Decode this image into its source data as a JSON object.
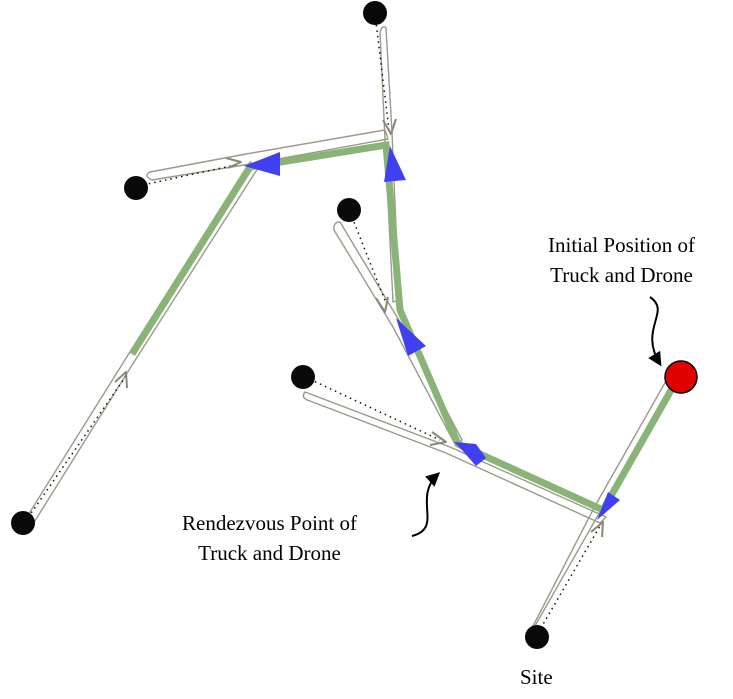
{
  "labels": {
    "initial_position": [
      "Initial Position of",
      "Truck and Drone"
    ],
    "rendezvous_point": [
      "Rendezvous Point of",
      "Truck and Drone"
    ],
    "site": "Site"
  },
  "colors": {
    "truck_path": "#8ab378",
    "truck_arrow": "#4040f0",
    "drone_path_outline": "#9a9a8a",
    "drone_arrow": "#888878",
    "site_node": "#0a0a0a",
    "start_node": "#e00000",
    "dotted_link": "#111111"
  }
}
